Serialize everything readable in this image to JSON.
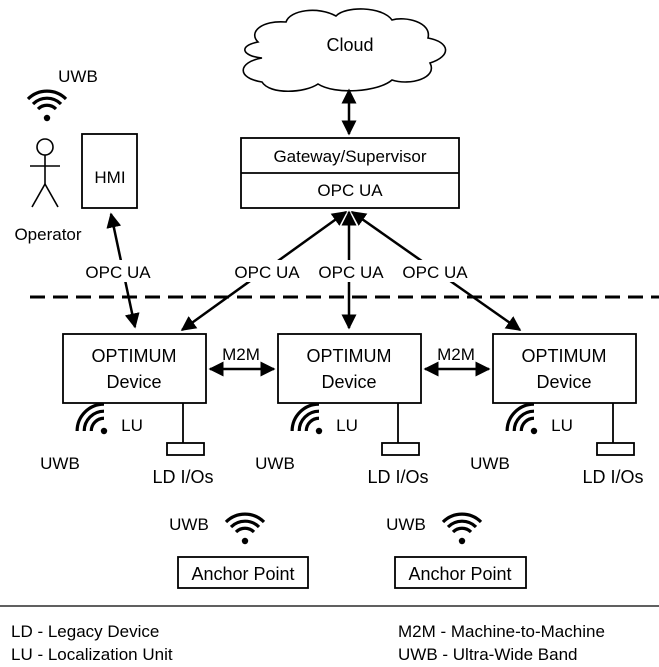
{
  "cloud": {
    "label": "Cloud"
  },
  "gateway": {
    "title": "Gateway/Supervisor",
    "protocol": "OPC UA"
  },
  "hmi": {
    "label": "HMI"
  },
  "operator": {
    "label": "Operator",
    "uwb": "UWB"
  },
  "links": {
    "hmi_opcua": "OPC UA",
    "dev1_opcua": "OPC UA",
    "dev2_opcua": "OPC UA",
    "dev3_opcua": "OPC UA",
    "m2m_1": "M2M",
    "m2m_2": "M2M"
  },
  "devices": [
    {
      "line1": "OPTIMUM",
      "line2": "Device",
      "lu": "LU",
      "uwb": "UWB",
      "io": "LD I/Os"
    },
    {
      "line1": "OPTIMUM",
      "line2": "Device",
      "lu": "LU",
      "uwb": "UWB",
      "io": "LD I/Os"
    },
    {
      "line1": "OPTIMUM",
      "line2": "Device",
      "lu": "LU",
      "uwb": "UWB",
      "io": "LD I/Os"
    }
  ],
  "anchors": [
    {
      "label": "Anchor Point",
      "uwb": "UWB"
    },
    {
      "label": "Anchor Point",
      "uwb": "UWB"
    }
  ],
  "legend": {
    "ld": "LD - Legacy Device",
    "lu": "LU - Localization Unit",
    "m2m": "M2M - Machine-to-Machine",
    "uwb": "UWB - Ultra-Wide Band"
  }
}
